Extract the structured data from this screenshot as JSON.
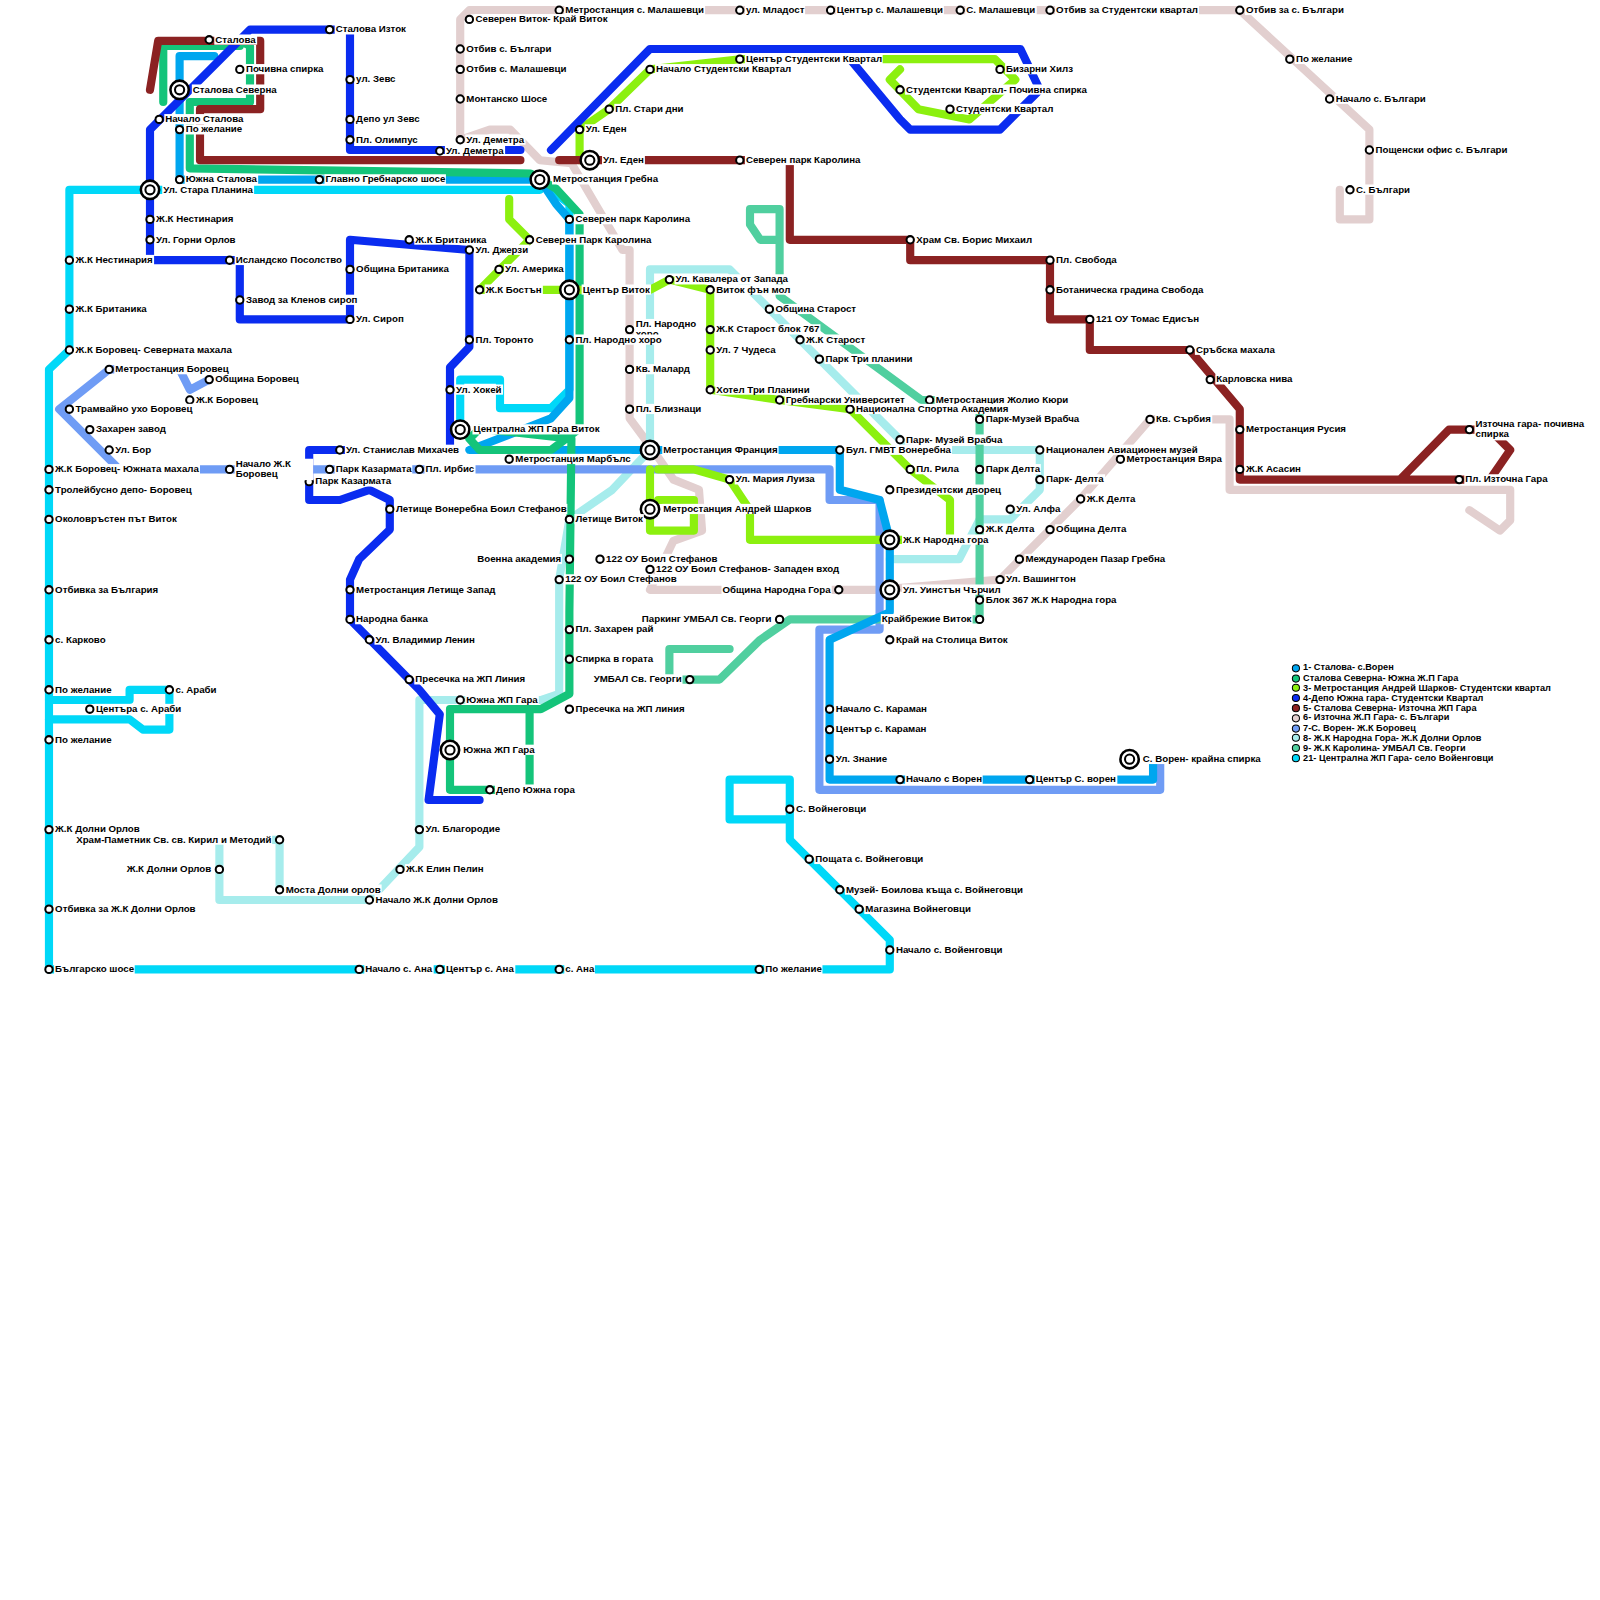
{
  "diagram": {
    "labels": [
      "Северен Виток- Край Виток",
      "Метростанция с. Малашевци",
      "ул. Младост",
      "Център с. Малашевци",
      "С. Малашевци",
      "Отбив за Студентски квартал",
      "Отбив за с. Българи",
      "По желание",
      "Начало с. Българи",
      "Пощенски офис с. Българи",
      "С. Българи",
      "Отбив с. Българи",
      "Отбив с. Малашевци",
      "Монтанско Шосе",
      "Ул. Деметра",
      "Ул. Деметра",
      "Сталова",
      "Почивна спирка",
      "Сталова Северна",
      "Начало Сталова",
      "По желание",
      "Сталова Изток",
      "ул. Зевс",
      "Депо ул Зевс",
      "Пл. Олимпус",
      "Южна Сталова",
      "Главно Гребнарско шосе",
      "Ул. Стара Планина",
      "Метростанция Гребна",
      "Ул. Еден",
      "Ул. Еден",
      "Пл. Стари дни",
      "Начало Студентски Квартал",
      "Център Студентски Квартал",
      "Бизарни Хилз",
      "Студентски Квартал- Почивна спирка",
      "Студентски Квартал",
      "Северен парк Каролина",
      "Храм Св. Борис Михаил",
      "Пл. Свобода",
      "Ботаническа градина Свобода",
      "121 ОУ Томас Едисън",
      "Сръбска махала",
      "Карловска нива",
      "Метростанция Русия",
      "Ж.К Асасин",
      "Източна гара- почивна спирка",
      "Пл. Източна Гара",
      "Кв. Сърбия",
      "Метростанция Вяра",
      "Ж.К Делта",
      "Международен Пазар Гребна",
      "Ул. Вашингтон",
      "Северен парк Каролина",
      "Ж.К Нестинария",
      "Ул. Горни Орлов",
      "Исландско Посолство",
      "Завод за Кленов сироп",
      "Ж.К Британика",
      "Ул. Джерзи",
      "Северен Парк Каролина",
      "Ул. Америка",
      "Община Британика",
      "Ул. Сироп",
      "Ж.К Бостън",
      "Център Виток",
      "Ул. Кавалера от Запада",
      "Виток фън мол",
      "Община Старост",
      "Пл. Народно хоро",
      "Ж.К Старост блок 767",
      "Ж.К Старост",
      "Ул. 7 Чудеса",
      "Парк Три планини",
      "Хотел Три Планини",
      "Гребнарски Университет",
      "Метростанция Жолио Кюри",
      "Национална Спортна Академия",
      "Пл. Торонто",
      "Пл. Народно хоро",
      "Ж.К Боровец- Северната махала",
      "Ж.К Нестинария",
      "Ж.К Британика",
      "Метростанция Боровец",
      "Община Боровец",
      "Ж.К Боровец",
      "Трамвайно ухо Боровец",
      "Захарен завод",
      "Ул. Бор",
      "Кв. Малард",
      "Пл. Близнаци",
      "Ул. Хокей",
      "Централна ЖП Гара Виток",
      "Ул. Станислав Михачев",
      "Метростанция Франция",
      "Бул. ГМВТ Вонеребна",
      "Парк- Музей Врабча",
      "Парк-Музей Врабча",
      "Национален Авиационен музей",
      "Парк Делта",
      "Парк- Делта",
      "Ул. Алфа",
      "Ж.К Делта",
      "Община Делта",
      "Пл. Рила",
      "Президентски дворец",
      "Ж.К Народна гора",
      "Ул. Уинстън Чърчил",
      "Блок 367 Ж.К Народна гора",
      "Крайбрежие Виток",
      "Край на Столица Виток",
      "Метростанция Марбълс",
      "Ул. Мария Луиза",
      "Метростанция Андрей Шарков",
      "Ж.К Боровец- Южната махала",
      "Начало Ж.К Боровец",
      "Парк Казармата",
      "Парк Казармата",
      "Пл. Ирбис",
      "Летище Вонеребна Боил Стефанов",
      "Тролейбусно депо- Боровец",
      "Околовръстен път Виток",
      "Летище Виток",
      "Военна академия",
      "122 ОУ Боил Стефанов",
      "122 ОУ Боил Стефанов- Западен вход",
      "122 ОУ Боил Стефанов",
      "Община Народна Гора",
      "Метростанция Летище Запад",
      "Народна банка",
      "Паркинг УМБАЛ Св. Георги",
      "Ул. Владимир Ленин",
      "Пл. Захарен рай",
      "Спирка в гората",
      "УМБАЛ Св. Георги",
      "Пресечка на ЖП Линия",
      "Южна ЖП Гара",
      "Пресечка на ЖП линия",
      "Южна ЖП Гара",
      "Депо Южна гора",
      "Отбивка за България",
      "с. Карково",
      "По желание",
      "с. Араби",
      "Центъра с. Араби",
      "По желание",
      "Начало С. Караман",
      "Център с. Караман",
      "Ул. Знание",
      "Начало с Ворен",
      "Център С. ворен",
      "С. Ворен- крайна спирка",
      "С. Войнеговци",
      "Пощата с. Войнеговци",
      "Музей- Боилова къща с. Войнеговци",
      "Магазина Войнеговци",
      "Начало с. Войенговци",
      "Ж.К Долни Орлов",
      "Храм-Паметник Св. св. Кирил и Методий",
      "Ж.К Долни Орлов",
      "Моста Долни орлов",
      "Ул. Благородие",
      "Ж.К Елин Пелин",
      "Начало Ж.К Долни Орлов",
      "Отбивка за Ж.К Долни Орлов",
      "Българско шосе",
      "Начало с. Ана",
      "Център с. Ана",
      "с. Ана",
      "По желание"
    ],
    "legend": [
      {
        "text": "1- Сталова- с.Ворен",
        "color": "#00a6ef"
      },
      {
        "text": "Сталова Северна- Южна Ж.П Гара",
        "color": "#14c47a"
      },
      {
        "text": "3- Метростанция Андрей Шарков- Студентски квартал",
        "color": "#8cf00f"
      },
      {
        "text": "4-Депо Южна гара- Студентски Квартал",
        "color": "#0a2cf0"
      },
      {
        "text": "5- Сталова Северна- Източна ЖП Гара",
        "color": "#8b2222"
      },
      {
        "text": "6- Източна Ж.П Гара- с. Българи",
        "color": "#e2cfcf"
      },
      {
        "text": "7-С. Ворен- Ж.К Боровец",
        "color": "#6f9cf5"
      },
      {
        "text": "8- Ж.К Народна Гора- Ж.К Долни Орлов",
        "color": "#a6ecec"
      },
      {
        "text": "9- Ж.К Каролина- УМБАЛ Св. Георги",
        "color": "#50cf9f"
      },
      {
        "text": "21- Централна ЖП Гара- село Войенговци",
        "color": "#00d8f8"
      }
    ]
  }
}
